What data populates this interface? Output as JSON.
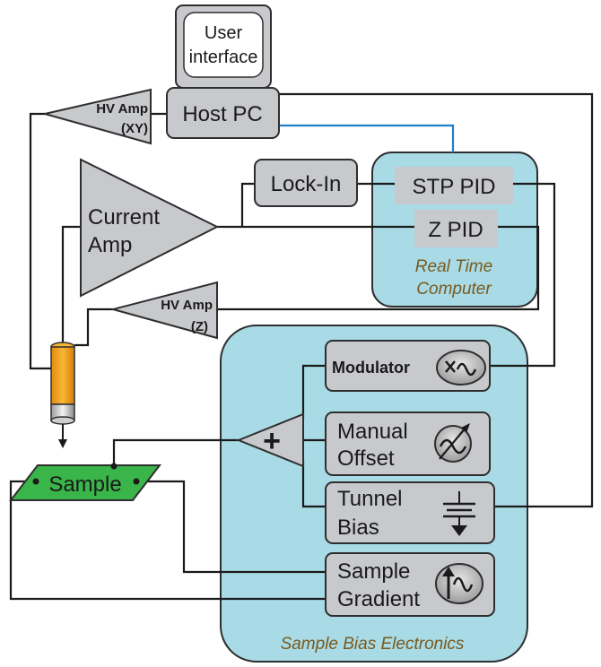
{
  "diagram": {
    "user_interface": {
      "line1": "User",
      "line2": "interface"
    },
    "host_pc": "Host PC",
    "hv_amp_xy": {
      "line1": "HV Amp",
      "line2": "(XY)"
    },
    "hv_amp_z": {
      "line1": "HV Amp",
      "line2": "(Z)"
    },
    "current_amp": {
      "line1": "Current",
      "line2": "Amp"
    },
    "lock_in": "Lock-In",
    "stp_pid": "STP PID",
    "z_pid": "Z PID",
    "real_time_computer": {
      "line1": "Real Time",
      "line2": "Computer"
    },
    "modulator": "Modulator",
    "manual_offset": {
      "line1": "Manual",
      "line2": "Offset"
    },
    "tunnel_bias": {
      "line1": "Tunnel",
      "line2": "Bias"
    },
    "sample_gradient": {
      "line1": "Sample",
      "line2": "Gradient"
    },
    "summer": "+",
    "sample": "Sample",
    "sample_bias_electronics": "Sample Bias Electronics",
    "colors": {
      "panel_fill": "#a8dbe6",
      "box_fill": "#c8c9cc",
      "sample_fill": "#3ab54a",
      "tip_fill": "#f5a623",
      "link_blue": "#1f7fc4",
      "caption": "#7a5a1f"
    },
    "icons": [
      "multiply-sine-icon",
      "variable-knob-icon",
      "ground-battery-icon",
      "up-arrow-sine-icon"
    ]
  }
}
